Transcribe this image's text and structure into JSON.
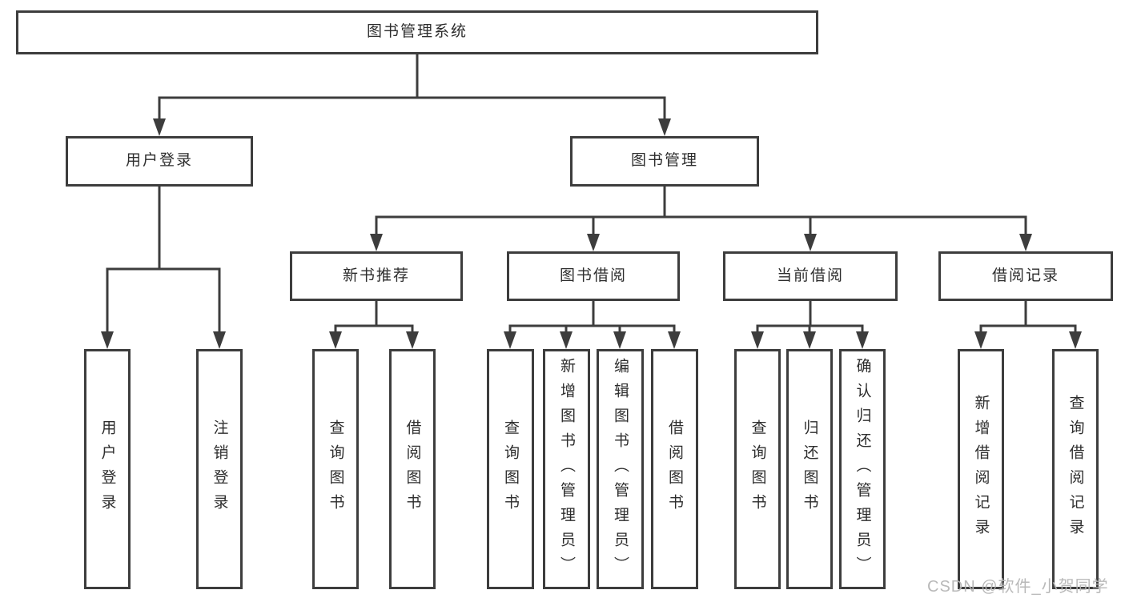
{
  "diagram": {
    "root": "图书管理系统",
    "level2": {
      "user_login": "用户登录",
      "book_management": "图书管理"
    },
    "level3": {
      "new_book_recommend": "新书推荐",
      "book_borrow": "图书借阅",
      "current_borrow": "当前借阅",
      "borrow_records": "借阅记录"
    },
    "leaves": {
      "user_login_group": [
        "用户登录",
        "注销登录"
      ],
      "new_book_group": [
        "查询图书",
        "借阅图书"
      ],
      "book_borrow_group": [
        "查询图书",
        "新增图书（管理员）",
        "编辑图书（管理员）",
        "借阅图书"
      ],
      "current_borrow_group": [
        "查询图书",
        "归还图书",
        "确认归还（管理员）"
      ],
      "borrow_record_group": [
        "新增借阅记录",
        "查询借阅记录"
      ]
    }
  },
  "watermark": "CSDN @软件_小贺同学",
  "colors": {
    "line": "#3d3d3d",
    "text": "#2d2d2d",
    "watermark": "#b6b6b6",
    "background": "#ffffff"
  }
}
